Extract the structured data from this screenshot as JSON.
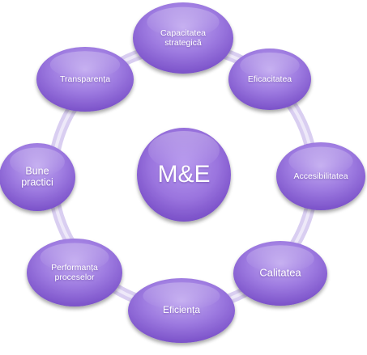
{
  "center": {
    "label": "M&E"
  },
  "nodes": [
    {
      "label": "Capacitatea strategică",
      "lines": [
        "Capacitatea",
        "strategică"
      ]
    },
    {
      "label": "Eficacitatea",
      "lines": [
        "Eficacitatea"
      ]
    },
    {
      "label": "Accesibilitatea",
      "lines": [
        "Accesibilitatea"
      ]
    },
    {
      "label": "Calitatea",
      "lines": [
        "Calitatea"
      ]
    },
    {
      "label": "Eficiența",
      "lines": [
        "Eficiența"
      ]
    },
    {
      "label": "Performanța proceselor",
      "lines": [
        "Performanța",
        "proceselor"
      ]
    },
    {
      "label": "Bune practici",
      "lines": [
        "Bune",
        "practici"
      ]
    },
    {
      "label": "Transparența",
      "lines": [
        "Transparența"
      ]
    }
  ],
  "colors": {
    "node_light": "#c2aaf0",
    "node_mid": "#9d7ae0",
    "node_dark": "#7b52c9",
    "ring": "#c8b8ea"
  }
}
